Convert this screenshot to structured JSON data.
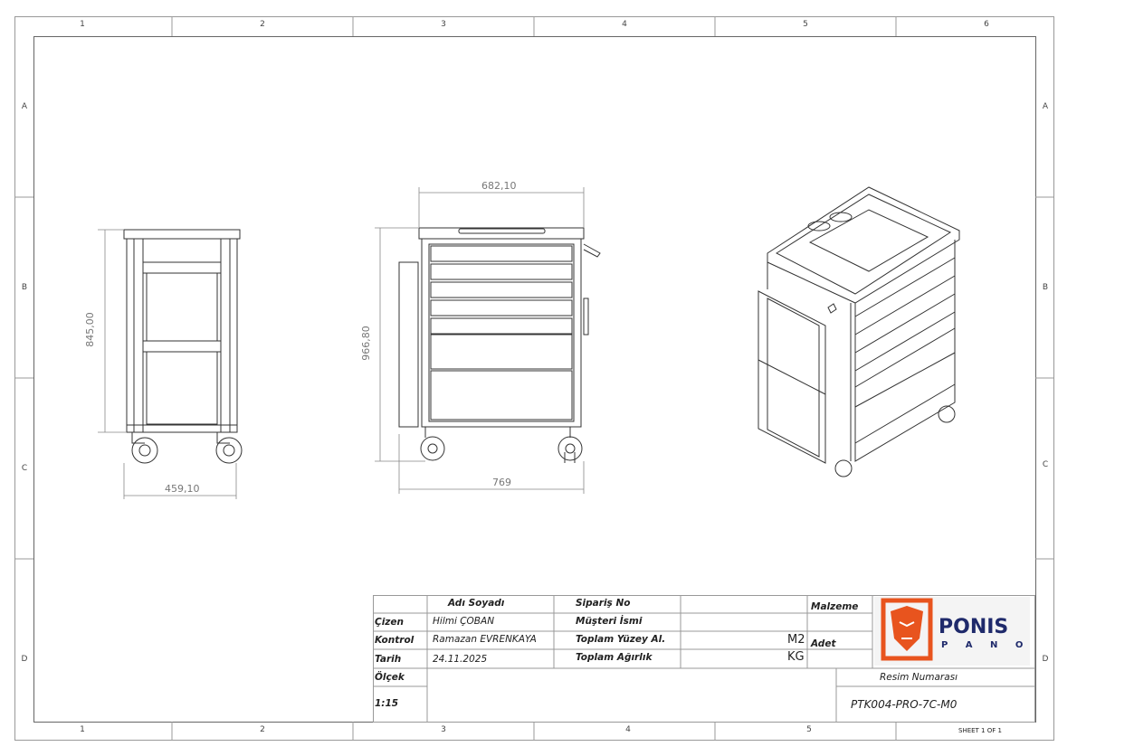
{
  "zones": {
    "columns_top": [
      "1",
      "2",
      "3",
      "4",
      "5",
      "6"
    ],
    "columns_bottom": [
      "1",
      "2",
      "3",
      "4",
      "5"
    ],
    "rows": [
      "A",
      "B",
      "C",
      "D"
    ]
  },
  "dimensions": {
    "side_height": "845,00",
    "side_width": "459,10",
    "front_top_width": "682,10",
    "front_height": "966,80",
    "front_total_width": "769"
  },
  "title_block": {
    "name_header": "Adı Soyadı",
    "drawn_label": "Çizen",
    "drawn_value": "Hilmi ÇOBAN",
    "check_label": "Kontrol",
    "check_value": "Ramazan EVRENKAYA",
    "date_label": "Tarih",
    "date_value": "24.11.2025",
    "order_label": "Sipariş No",
    "customer_label": "Müşteri İsmi",
    "surface_label": "Toplam Yüzey Al.",
    "surface_unit": "M2",
    "weight_label": "Toplam Ağırlık",
    "weight_unit": "KG",
    "material_label": "Malzeme",
    "quantity_label": "Adet",
    "scale_label": "Ölçek",
    "scale_value": "1:15",
    "drawing_number_label": "Resim Numarası",
    "drawing_number": "PTK004-PRO-7C-M0",
    "sheet": "SHEET 1 OF 1"
  },
  "logo": {
    "brand": "PONIS",
    "sub": "P A N O",
    "color": "#e8541e",
    "text_color": "#1f2a6b"
  }
}
